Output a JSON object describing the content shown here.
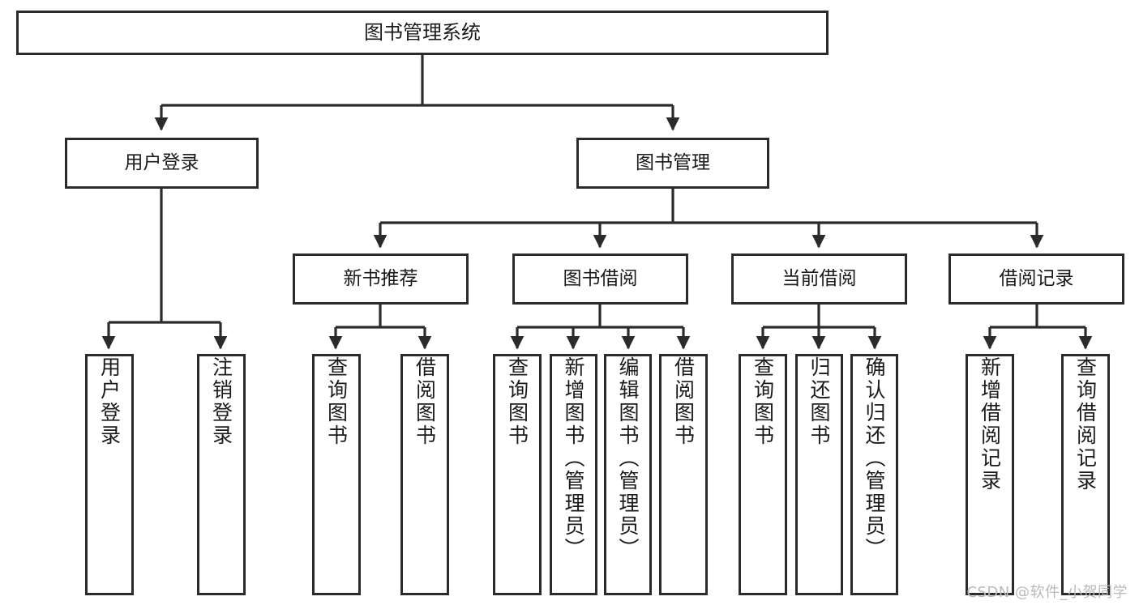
{
  "diagram": {
    "title": "图书管理系统",
    "type": "tree-hierarchy-chart",
    "watermark": "CSDN @软件_小贺同学",
    "colors": {
      "stroke": "#2b2b2b",
      "fill": "#ffffff",
      "text": "#1a1a1a",
      "watermark": "#b9b9b9"
    },
    "levels": {
      "root": {
        "label": "图书管理系统"
      },
      "level2": [
        {
          "label": "用户登录"
        },
        {
          "label": "图书管理"
        }
      ],
      "level3": [
        {
          "label": "新书推荐"
        },
        {
          "label": "图书借阅"
        },
        {
          "label": "当前借阅"
        },
        {
          "label": "借阅记录"
        }
      ],
      "leaves": {
        "user_login": [
          {
            "label": "用户登录"
          },
          {
            "label": "注销登录"
          }
        ],
        "new_book_recommend": [
          {
            "label": "查询图书"
          },
          {
            "label": "借阅图书"
          }
        ],
        "book_borrow": [
          {
            "label": "查询图书"
          },
          {
            "label": "新增图书（管理员）"
          },
          {
            "label": "编辑图书（管理员）"
          },
          {
            "label": "借阅图书"
          }
        ],
        "current_borrow": [
          {
            "label": "查询图书"
          },
          {
            "label": "归还图书"
          },
          {
            "label": "确认归还（管理员）"
          }
        ],
        "borrow_record": [
          {
            "label": "新增借阅记录"
          },
          {
            "label": "查询借阅记录"
          }
        ]
      }
    }
  }
}
